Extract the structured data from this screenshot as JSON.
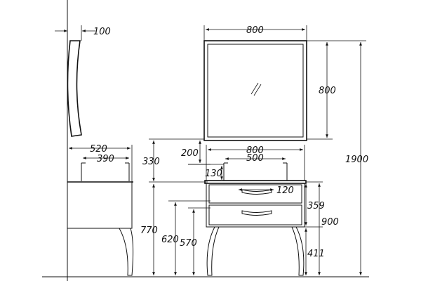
{
  "side_view": {
    "dim_mirror_depth": "100",
    "dim_vanity_depth": "520",
    "dim_basin_depth": "390"
  },
  "front_view": {
    "dim_mirror_width": "800",
    "dim_mirror_height": "800",
    "dim_total_height": "1900",
    "dim_gap_mirror": "200",
    "dim_top_width": "800",
    "dim_basin_width": "500",
    "dim_basin_height": "330",
    "dim_basin_inner": "130",
    "dim_handle": "120",
    "dim_drawer": "359",
    "dim_cabinet_height": "900",
    "dim_leg_height": "411",
    "dim_h770": "770",
    "dim_h620": "620",
    "dim_h570": "570"
  }
}
